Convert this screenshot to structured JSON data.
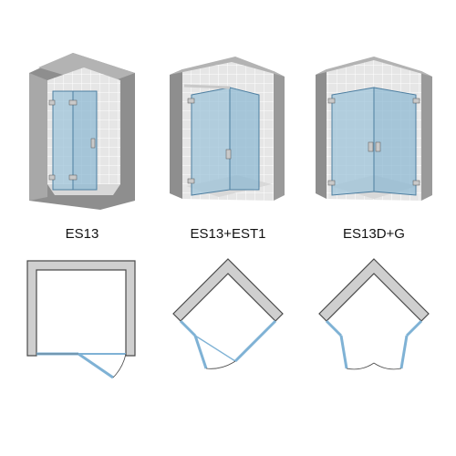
{
  "models": [
    {
      "label": "ES13"
    },
    {
      "label": "ES13+EST1"
    },
    {
      "label": "ES13D+G"
    }
  ],
  "colors": {
    "wall_dark": "#8e8e8e",
    "wall_light": "#c4c4c4",
    "tile": "#e6e6e6",
    "tile_line": "#ffffff",
    "glass": "#9fc4da",
    "glass_edge": "#4d7ea0",
    "chrome": "#c9c9c9",
    "plan_wall": "#cfcfcf",
    "plan_outline": "#4a4a4a",
    "plan_glass": "#7fb2d5",
    "label_text": "#111111"
  },
  "icons": {
    "render": "shower-enclosure-render-icon",
    "plan": "floor-plan-icon",
    "door_swing": "door-swing-arc-icon"
  }
}
